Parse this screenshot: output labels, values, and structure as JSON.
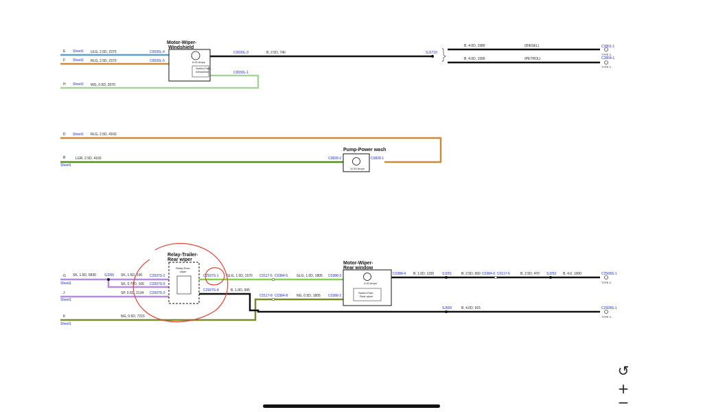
{
  "diagram": {
    "sections": {
      "windshield": {
        "component_title": [
          "Motor-Wiper-",
          "Windshield"
        ],
        "motor_note": "6.00 Amps",
        "switch_title": [
          "Switch-Park-",
          "Windshield"
        ],
        "left_pins": [
          "E",
          "F",
          "H"
        ],
        "sheet_ref": "Sheet1",
        "left_wires": [
          "ULG, 2.5D, 2370",
          "RLG, 2.5D, 2370",
          "WG, 0.5D, 2070"
        ],
        "left_connectors": [
          "C0030L-4",
          "C0030L-5"
        ],
        "right_connectors": [
          "C0030L-3",
          "C0030L-1"
        ],
        "out_wire": "B, 2.5D, 740",
        "splice": "SJ1710",
        "branch_wires": [
          "B, 4.0D, 1980",
          "B, 4.0D, 1995"
        ],
        "branch_notes": [
          "(DIESEL)",
          "(PETROL)"
        ],
        "end_connectors": [
          "C2801-1",
          "C2804-1"
        ],
        "end_types": [
          "TYPE 3",
          "TYPE 3"
        ]
      },
      "washer": {
        "component_title": "Pump-Power wash",
        "motor_note": "11.50 Amps",
        "left_pins": [
          "D",
          "B"
        ],
        "sheet_ref": "Sheet1",
        "left_wires": [
          "RLG, 2.5D, 4160",
          "LGR, 2.5D, 4160"
        ],
        "connectors": [
          "C0828-2",
          "C0828-1"
        ]
      },
      "rear": {
        "relay_title": [
          "Relay-Trailer-",
          "Rear wiper"
        ],
        "relay_inner": [
          "Relay-Rear-",
          "wiper"
        ],
        "motor_title": [
          "Motor-Wiper-",
          "Rear window"
        ],
        "motor_note": "4.00 Amps",
        "switch_title": [
          "Switch-Park-",
          "Rear wiper"
        ],
        "left_pins": [
          "G",
          "J",
          "K"
        ],
        "sheet_ref": "Sheet1",
        "left_wires": [
          "SK, 1.5D, 5830",
          "SK, 1.5D, 100",
          "SK, 0.75D, 106",
          "SP, 0.5D, 2134",
          "NG, 0.5D, 7215"
        ],
        "splice_left": "SJ265",
        "relay_pins_left": [
          "C2937S-2",
          "C2937S-5",
          "C2937S-3"
        ],
        "relay_pins_right": [
          "C2937S-1",
          "C2937S-4"
        ],
        "mid_wires": [
          "GLG, 1.0D, 1570",
          "B, 1.0D, 995",
          "GLG, 1.0D, 1805",
          "NG, 0.5D, 1805"
        ],
        "mid_connectors": [
          "C0117-5",
          "C0384-5",
          "C0117-8",
          "C0384-8"
        ],
        "motor_pins": [
          "C0388-3",
          "C0388-2",
          "C0388-4"
        ],
        "out_wires": [
          "B, 1.0D, 1155",
          "B, 2.5D, 650",
          "B, 2.5D, 470",
          "B, 4.0, 1000",
          "B, 4.0D, 915"
        ],
        "out_connectors": [
          "C0384-6",
          "C0117-6"
        ],
        "out_splices": [
          "SJ251",
          "SJ253",
          "SJ600"
        ],
        "end_connectors": [
          "C2568S-1",
          "C2928S-1"
        ],
        "end_types": [
          "TYPE 3",
          "TYPE 3"
        ]
      }
    },
    "wire_colors": {
      "blue_gray": "#5f9ec9",
      "orange": "#c98a3c",
      "green": "#4f8f1f",
      "light_green": "#a7d39a",
      "bright_green": "#7dd34d",
      "purple": "#b58ae0",
      "olive": "#7d8a2a",
      "black": "#111111",
      "annotation_red": "#e0443a"
    }
  },
  "controls": {
    "icons": [
      "reset-rotation-icon",
      "zoom-in-icon",
      "zoom-out-icon"
    ],
    "zoom_in": "+",
    "zoom_out": "−"
  }
}
